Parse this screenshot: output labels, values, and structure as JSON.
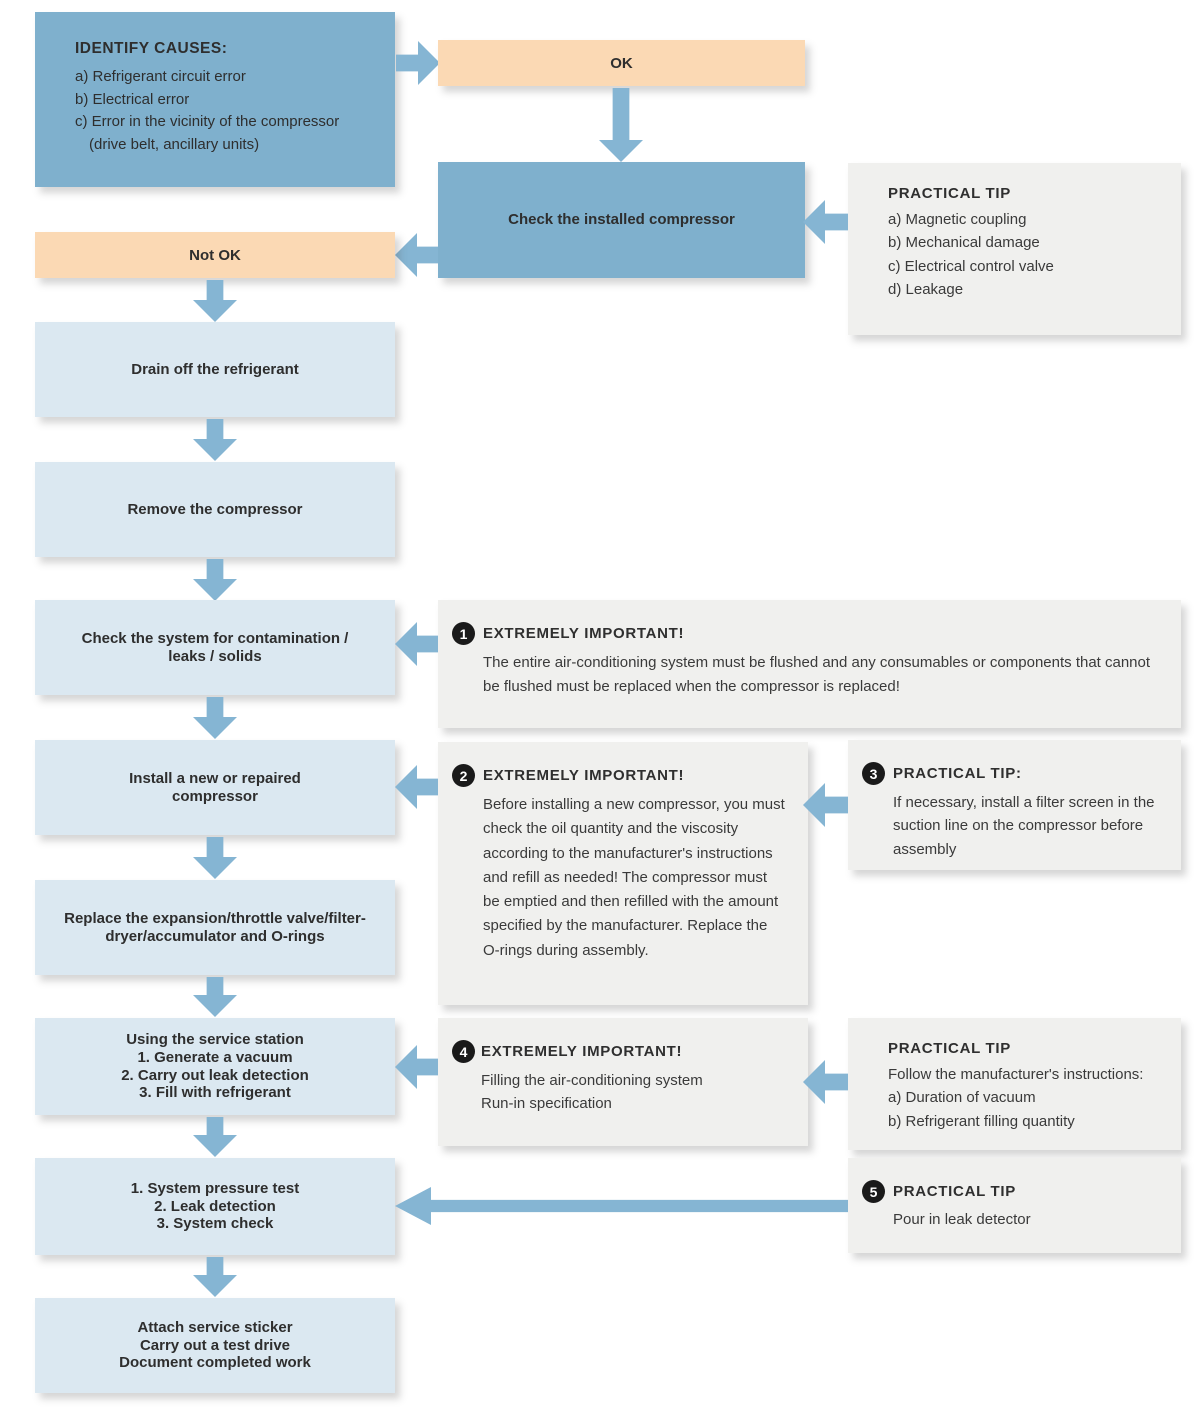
{
  "colors": {
    "process_blue": "#7fb0cd",
    "step_light_blue": "#dbe8f1",
    "decision_peach": "#fbd9b4",
    "note_gray": "#f0f0ee",
    "arrow_blue": "#85b5d3",
    "badge_black": "#1a1a1a",
    "text_dark": "#2e2e2e"
  },
  "flow": {
    "identify": {
      "title": "IDENTIFY CAUSES:",
      "items": [
        "a) Refrigerant circuit error",
        "b) Electrical error",
        "c) Error in the vicinity of the compressor",
        "(drive belt, ancillary units)"
      ]
    },
    "ok": "OK",
    "check_installed": "Check the installed compressor",
    "not_ok": "Not OK",
    "drain": "Drain off the refrigerant",
    "remove": "Remove the compressor",
    "contamination": "Check the system for contamination /\nleaks / solids",
    "install": "Install a new or repaired\ncompressor",
    "replace": "Replace the expansion/throttle valve/filter-\ndryer/accumulator and O-rings",
    "service": "Using the service station\n1. Generate a vacuum\n2. Carry out leak detection\n3. Fill with refrigerant",
    "pressure": "1. System pressure test\n2. Leak detection\n3. System check",
    "final": "Attach service sticker\nCarry out a test drive\nDocument completed work"
  },
  "notes": {
    "tip_top": {
      "title": "PRACTICAL TIP",
      "lines": [
        "a) Magnetic coupling",
        "b) Mechanical damage",
        "c) Electrical control valve",
        "d) Leakage"
      ]
    },
    "n1": {
      "number": "1",
      "title": "EXTREMELY IMPORTANT!",
      "body": "The entire air-conditioning system must be flushed and any consumables or components that cannot be flushed must be replaced when the compressor is replaced!"
    },
    "n2": {
      "number": "2",
      "title": "EXTREMELY IMPORTANT!",
      "body": "Before installing a new compressor, you must check the oil quantity and the viscosity according to the manufacturer's instructions and refill as needed! The compressor must be emptied and then refilled with the amount specified by the manufacturer. Replace the O-rings during assembly."
    },
    "n3": {
      "number": "3",
      "title": "PRACTICAL TIP:",
      "body": "If necessary, install a filter screen in the suction line on the compressor before assembly"
    },
    "n4": {
      "number": "4",
      "title": "EXTREMELY IMPORTANT!",
      "lines": [
        "Filling the air-conditioning system",
        "Run-in specification"
      ]
    },
    "tip_mid": {
      "title": "PRACTICAL TIP",
      "lines": [
        "Follow the manufacturer's instructions:",
        "a) Duration of vacuum",
        "b) Refrigerant filling quantity"
      ]
    },
    "n5": {
      "number": "5",
      "title": "PRACTICAL TIP",
      "body": "Pour in leak detector"
    }
  }
}
